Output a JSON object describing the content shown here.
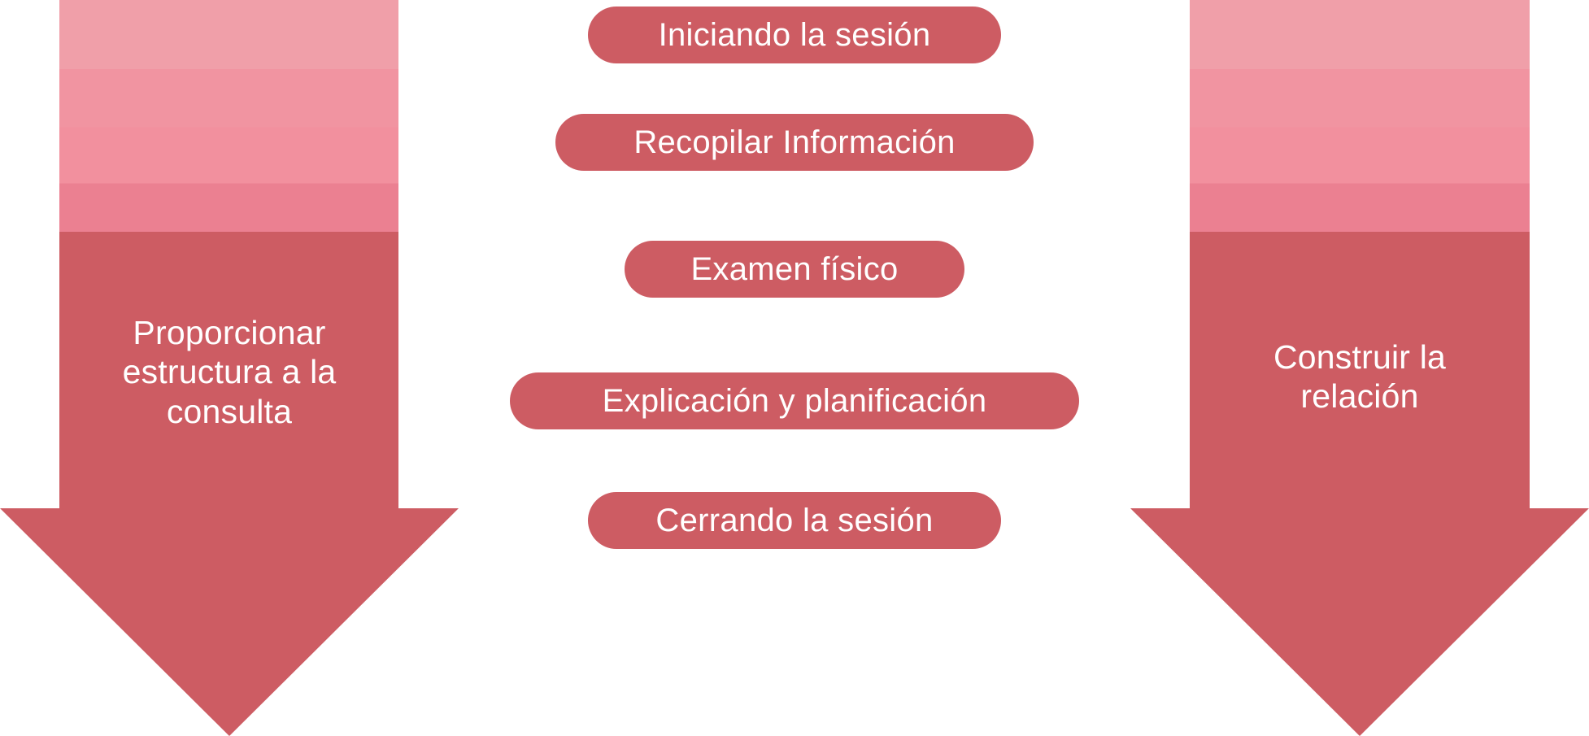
{
  "diagram": {
    "title": "Consultation structure diagram",
    "colors": {
      "main": "#CD5C63",
      "band1": "#F09FA9",
      "band2": "#F194A1",
      "band3": "#F2909E",
      "band4": "#EB8091",
      "text": "#FFFFFF",
      "background": "#FFFFFF"
    }
  },
  "left_arrow": {
    "name": "proporcionar-estructura-arrow",
    "label": "Proporcionar\nestructura a la\nconsulta",
    "direction": "down",
    "bands": [
      {
        "color": "#F09FA9",
        "from": 0,
        "to": 85
      },
      {
        "color": "#F194A1",
        "from": 85,
        "to": 157
      },
      {
        "color": "#F2909E",
        "from": 157,
        "to": 225
      },
      {
        "color": "#EB8091",
        "from": 225,
        "to": 285
      },
      {
        "color": "#CD5C63",
        "from": 285,
        "to": 905
      }
    ]
  },
  "right_arrow": {
    "name": "construir-relacion-arrow",
    "label": "Construir la\nrelación",
    "direction": "down",
    "bands": [
      {
        "color": "#F09FA9",
        "from": 0,
        "to": 85
      },
      {
        "color": "#F194A1",
        "from": 85,
        "to": 157
      },
      {
        "color": "#F2909E",
        "from": 157,
        "to": 225
      },
      {
        "color": "#EB8091",
        "from": 225,
        "to": 285
      },
      {
        "color": "#CD5C63",
        "from": 285,
        "to": 905
      }
    ]
  },
  "steps": [
    {
      "index": 1,
      "label": "Iniciando la sesión"
    },
    {
      "index": 2,
      "label": "Recopilar Información"
    },
    {
      "index": 3,
      "label": "Examen físico"
    },
    {
      "index": 4,
      "label": "Explicación y planificación"
    },
    {
      "index": 5,
      "label": "Cerrando la sesión"
    }
  ]
}
